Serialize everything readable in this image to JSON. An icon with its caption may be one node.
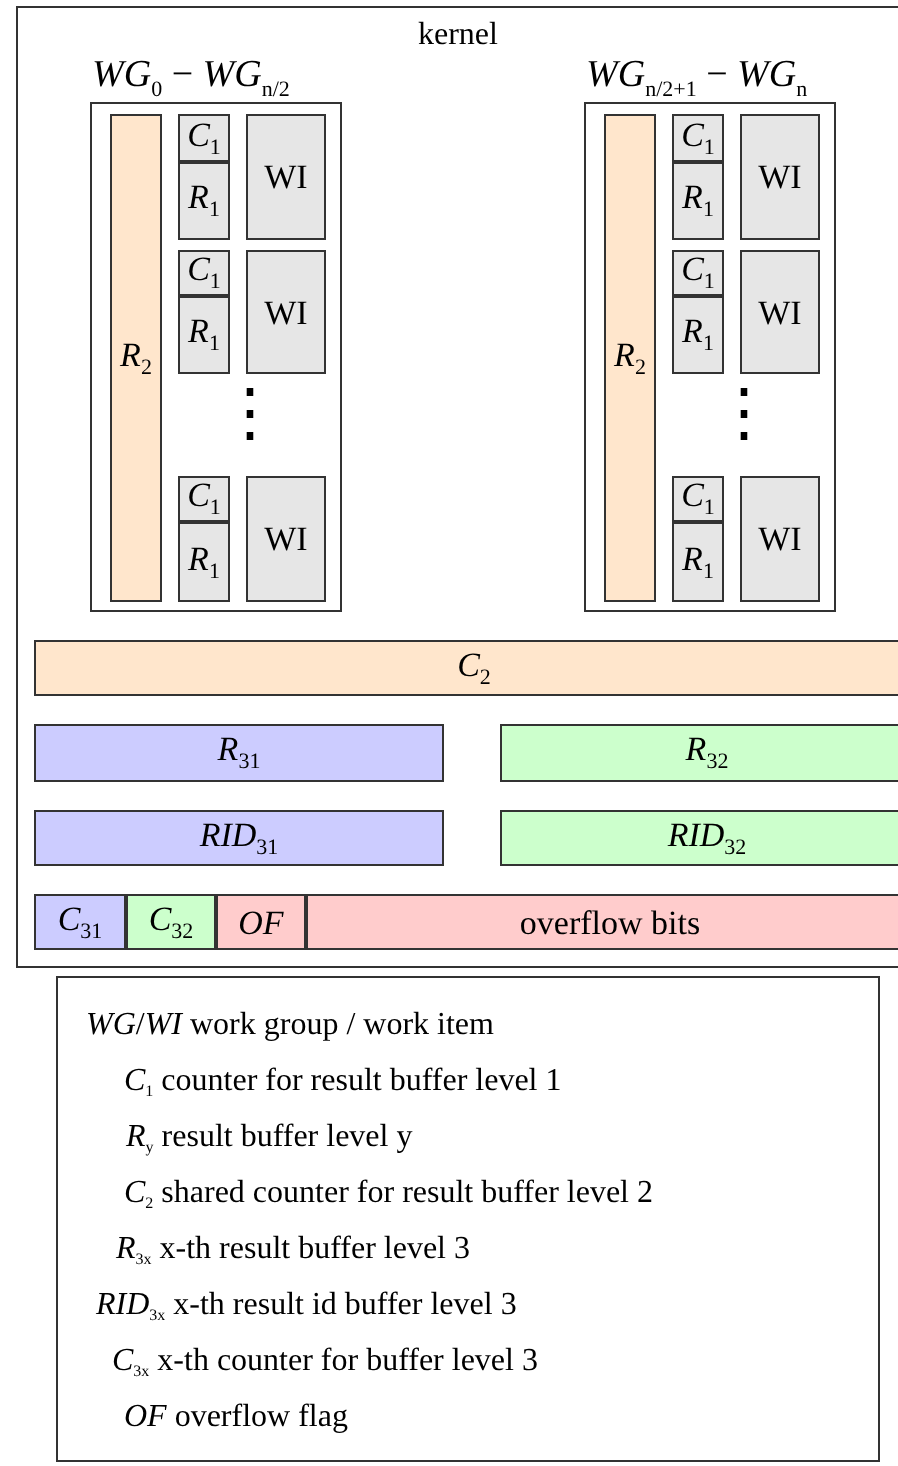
{
  "diagram": {
    "nodes": [
      {
        "text": [
          "kernel"
        ]
      },
      {
        "text": [
          "*WG*$_{0}$ − *WG*$_{n/2}$"
        ],
        "in": 0
      },
      {
        "text": [
          "*R*$_{2}$"
        ],
        "in": 1
      },
      {
        "text": [
          "*C*$_{1}$"
        ],
        "in": 1
      },
      {
        "text": [
          "*R*$_{1}$"
        ],
        "in": 1
      },
      {
        "text": [
          "WI"
        ],
        "in": 1
      },
      {
        "text": [
          "*C*$_{1}$"
        ],
        "in": 1
      },
      {
        "text": [
          "*R*$_{1}$"
        ],
        "in": 1
      },
      {
        "text": [
          "WI"
        ],
        "in": 1
      },
      {
        "text": [
          "*C*$_{1}$"
        ],
        "in": 1
      },
      {
        "text": [
          "*R*$_{1}$"
        ],
        "in": 1
      },
      {
        "text": [
          "WI"
        ],
        "in": 1
      },
      {
        "text": [
          "*WG*$_{n/2+1}$ − *WG*$_{n}$"
        ],
        "in": 0
      },
      {
        "text": [
          "*R*$_{2}$"
        ],
        "in": 12
      },
      {
        "text": [
          "*C*$_{1}$"
        ],
        "in": 12
      },
      {
        "text": [
          "*R*$_{1}$"
        ],
        "in": 12
      },
      {
        "text": [
          "WI"
        ],
        "in": 12
      },
      {
        "text": [
          "*C*$_{1}$"
        ],
        "in": 12
      },
      {
        "text": [
          "*R*$_{1}$"
        ],
        "in": 12
      },
      {
        "text": [
          "WI"
        ],
        "in": 12
      },
      {
        "text": [
          "*C*$_{1}$"
        ],
        "in": 12
      },
      {
        "text": [
          "*R*$_{1}$"
        ],
        "in": 12
      },
      {
        "text": [
          "WI"
        ],
        "in": 12
      },
      {
        "text": [
          "*C*$_{2}$"
        ],
        "in": 0
      },
      {
        "text": [
          "*R*$_{31}$"
        ],
        "in": 0
      },
      {
        "text": [
          "*R*$_{32}$"
        ],
        "in": 0
      },
      {
        "text": [
          "*RID*$_{31}$"
        ],
        "in": 0
      },
      {
        "text": [
          "*RID*$_{32}$"
        ],
        "in": 0
      },
      {
        "text": [
          "*C*$_{31}$"
        ],
        "in": 0
      },
      {
        "text": [
          "*C*$_{32}$"
        ],
        "in": 0
      },
      {
        "text": [
          "*OF*"
        ],
        "in": 0
      },
      {
        "text": [
          "overflow bits"
        ],
        "in": 0
      },
      {
        "text": [
          "*WG*/*WI* work group / work item",
          "*C*$_{1}$ counter for result buffer level 1",
          "*R*$_{y}$ result buffer level y",
          "*C*$_{2}$ shared counter for result buffer level 2",
          "*R*$_{3x}$ x-th result buffer level 3",
          "*RID*$_{3x}$ x-th result id buffer level 3",
          "*C*$_{3x}$ x-th counter for buffer level 3",
          "*OF* overflow flag"
        ]
      }
    ],
    "labels": [
      "⋮",
      "⋮"
    ]
  }
}
